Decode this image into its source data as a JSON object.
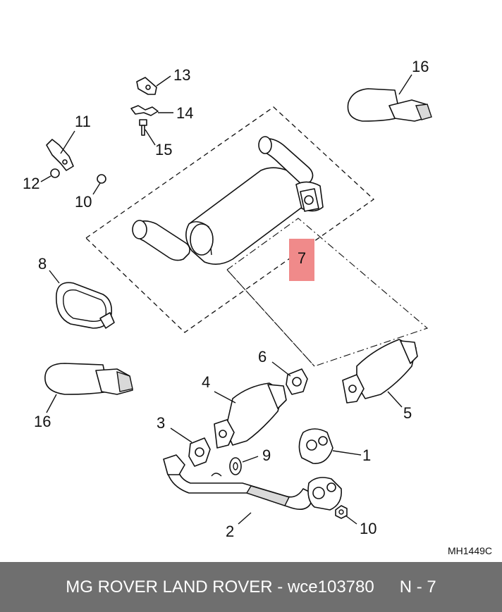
{
  "diagram": {
    "drawing_code": "MH1449C",
    "highlight": {
      "label": "7",
      "color": "#f08a8a"
    },
    "callouts": {
      "c1": "1",
      "c2": "2",
      "c3": "3",
      "c4": "4",
      "c5": "5",
      "c6": "6",
      "c8": "8",
      "c9": "9",
      "c10a": "10",
      "c10b": "10",
      "c11": "11",
      "c12": "12",
      "c13": "13",
      "c14": "14",
      "c15": "15",
      "c16a": "16",
      "c16b": "16"
    }
  },
  "footer": {
    "text": "MG ROVER LAND ROVER - wce103780",
    "ref": "N - 7"
  }
}
